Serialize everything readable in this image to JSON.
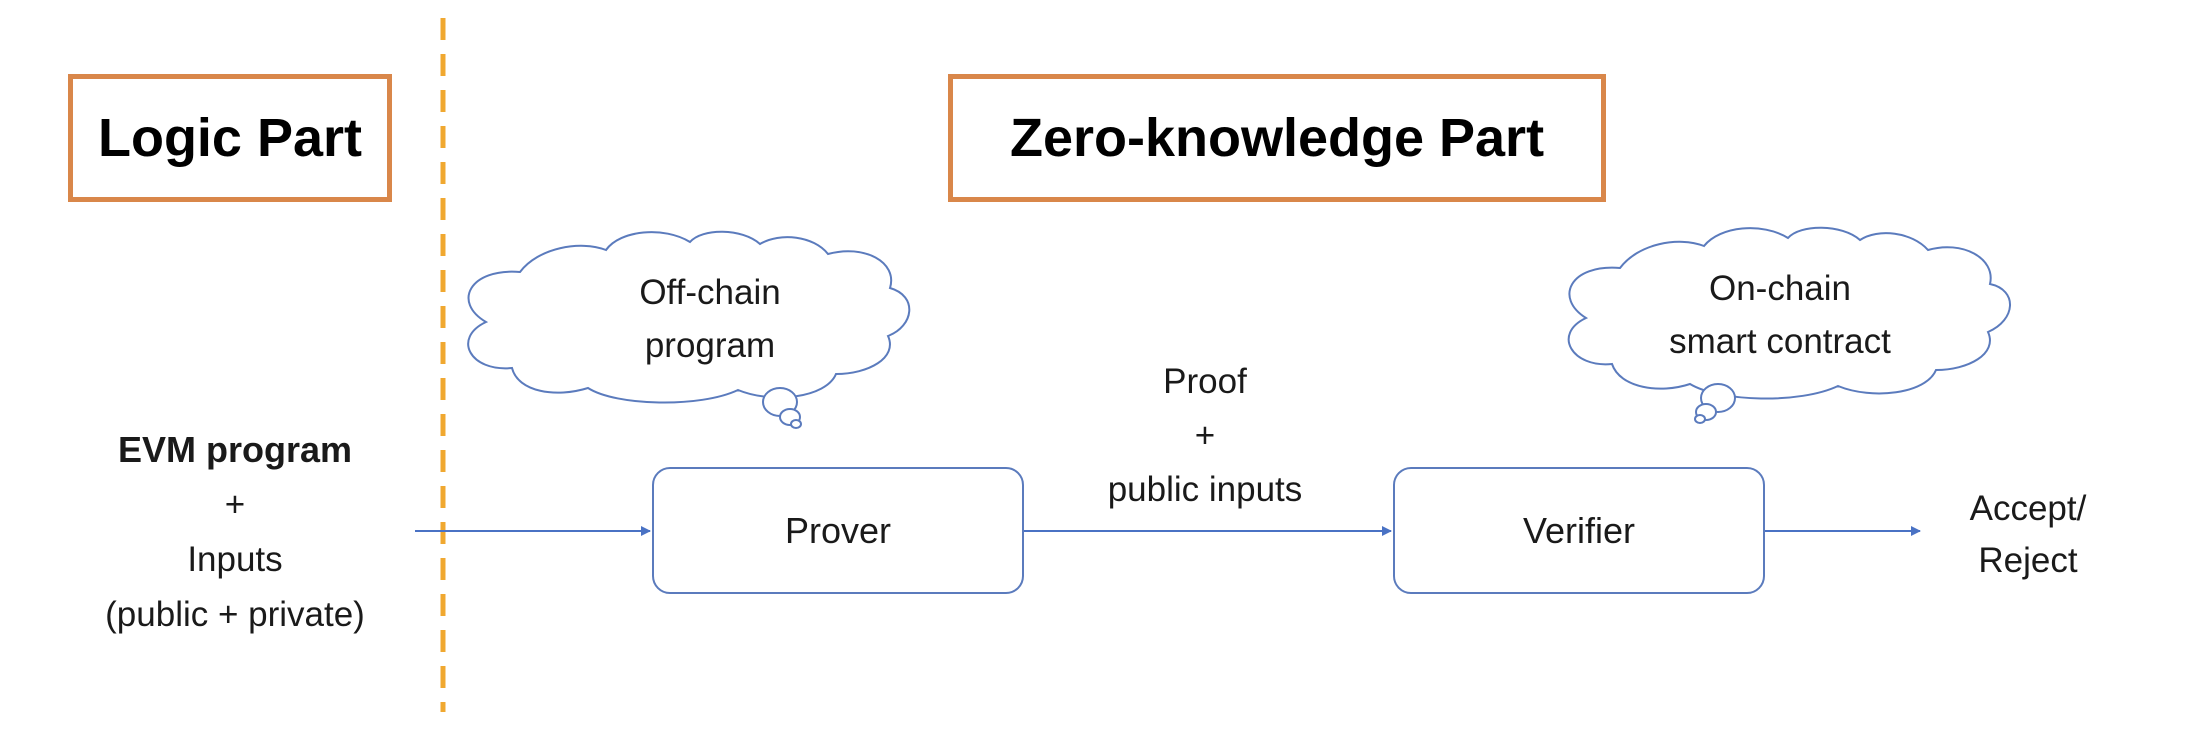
{
  "sections": {
    "logic": "Logic Part",
    "zero_knowledge": "Zero-knowledge Part"
  },
  "clouds": {
    "offchain": {
      "line1": "Off-chain",
      "line2": "program"
    },
    "onchain": {
      "line1": "On-chain",
      "line2": "smart contract"
    }
  },
  "input": {
    "title": "EVM program",
    "plus": "+",
    "label": "Inputs",
    "detail": "(public + private)"
  },
  "nodes": {
    "prover": "Prover",
    "verifier": "Verifier"
  },
  "proof": {
    "line1": "Proof",
    "plus": "+",
    "line2": "public inputs"
  },
  "result": {
    "line1": "Accept/",
    "line2": "Reject"
  },
  "colors": {
    "section_border": "#d9874a",
    "divider": "#f0a830",
    "node_border": "#5b7bbd",
    "arrow": "#4a72c4"
  }
}
